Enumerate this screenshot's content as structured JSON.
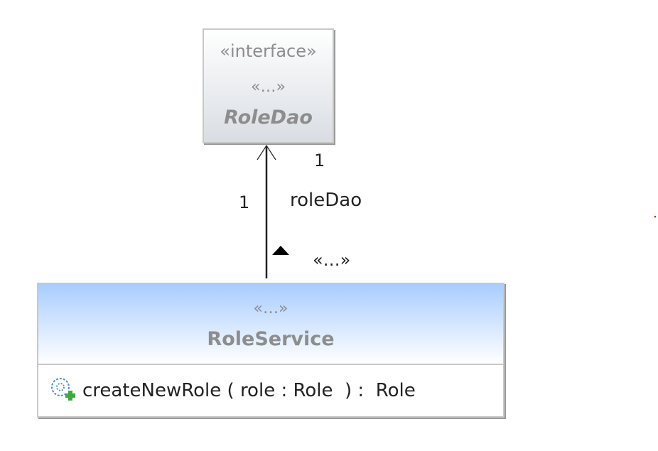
{
  "interface_box": {
    "stereotype": "«interface»",
    "stereotype_ellipsis": "«…»",
    "name": "RoleDao"
  },
  "class_box": {
    "stereotype": "«…»",
    "name": "RoleService",
    "operations": [
      {
        "icon": "public-operation-icon",
        "signature": "createNewRole ( role : Role  ) :  Role"
      }
    ]
  },
  "association": {
    "role_name": "roleDao",
    "target_multiplicity": "1",
    "source_multiplicity": "1",
    "stereotype": "«…»"
  },
  "colors": {
    "class_header_gradient_top": "#a8ccff",
    "interface_gradient_bottom": "#d9dde3",
    "muted_text": "#8d8d8d",
    "border": "#c8c8c8"
  }
}
